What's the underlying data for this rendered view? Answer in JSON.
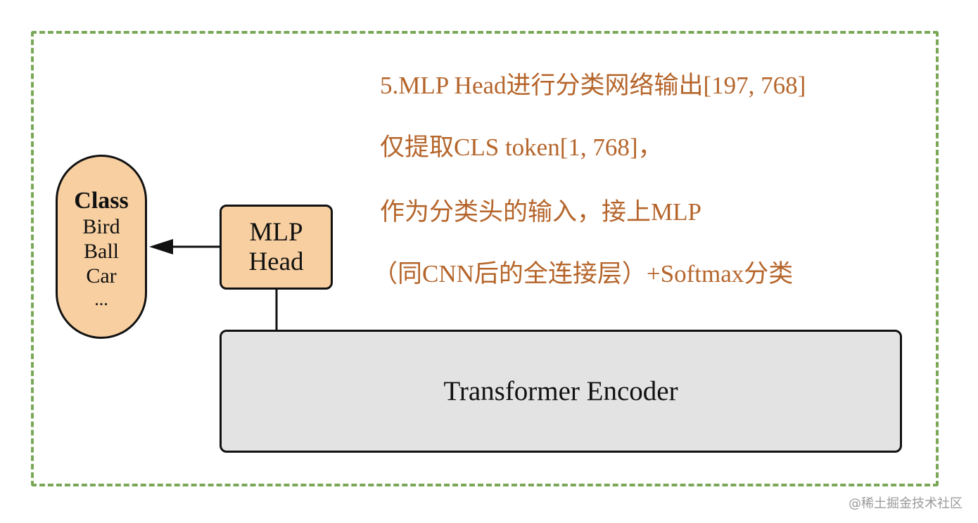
{
  "notes": {
    "line1": "5.MLP Head进行分类网络输出[197, 768]",
    "line2": "仅提取CLS token[1, 768]，",
    "line3": "作为分类头的输入，接上MLP",
    "line4": "（同CNN后的全连接层）+Softmax分类"
  },
  "class_node": {
    "title": "Class",
    "items": [
      "Bird",
      "Ball",
      "Car",
      "..."
    ]
  },
  "mlp_head": {
    "line1": "MLP",
    "line2": "Head"
  },
  "encoder": {
    "label": "Transformer Encoder"
  },
  "watermark": "@稀土掘金技术社区",
  "colors": {
    "frame": "#7aa857",
    "note_text": "#b5652b",
    "node_fill": "#f7cfa0",
    "encoder_fill": "#e3e3e3"
  }
}
